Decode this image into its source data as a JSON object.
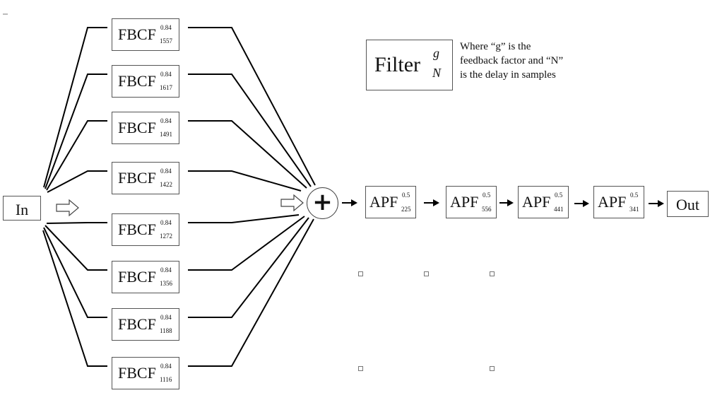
{
  "diagram": {
    "title": "Freeverb reverberator block diagram",
    "input": {
      "label": "In"
    },
    "output": {
      "label": "Out"
    },
    "summer": {
      "symbol": "+"
    },
    "comb_filters": [
      {
        "name": "FBCF",
        "g": "0.84",
        "N": "1557"
      },
      {
        "name": "FBCF",
        "g": "0.84",
        "N": "1617"
      },
      {
        "name": "FBCF",
        "g": "0.84",
        "N": "1491"
      },
      {
        "name": "FBCF",
        "g": "0.84",
        "N": "1422"
      },
      {
        "name": "FBCF",
        "g": "0.84",
        "N": "1272"
      },
      {
        "name": "FBCF",
        "g": "0.84",
        "N": "1356"
      },
      {
        "name": "FBCF",
        "g": "0.84",
        "N": "1188"
      },
      {
        "name": "FBCF",
        "g": "0.84",
        "N": "1116"
      }
    ],
    "allpass_filters": [
      {
        "name": "APF",
        "g": "0.5",
        "N": "225"
      },
      {
        "name": "APF",
        "g": "0.5",
        "N": "556"
      },
      {
        "name": "APF",
        "g": "0.5",
        "N": "441"
      },
      {
        "name": "APF",
        "g": "0.5",
        "N": "341"
      }
    ],
    "legend": {
      "block_label": "Filter",
      "g_symbol": "g",
      "n_symbol": "N",
      "description": "Where “g” is the feedback factor and “N” is the delay in samples"
    }
  }
}
